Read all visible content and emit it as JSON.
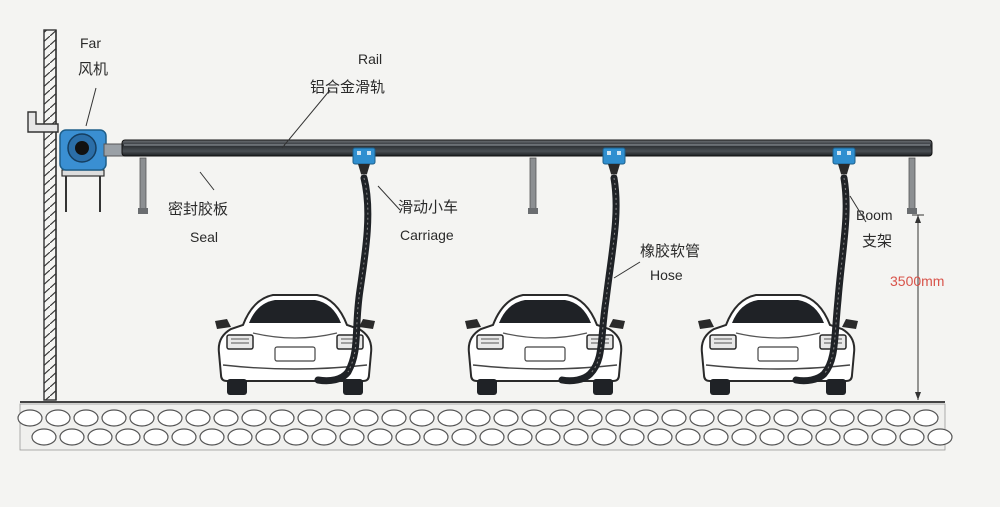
{
  "labels": {
    "fan": {
      "en": "Far",
      "cn": "风机"
    },
    "rail": {
      "en": "Rail",
      "cn": "铝合金滑轨"
    },
    "seal": {
      "en": "Seal",
      "cn": "密封胶板"
    },
    "carriage": {
      "en": "Carriage",
      "cn": "滑动小车"
    },
    "hose": {
      "en": "Hose",
      "cn": "橡胶软管"
    },
    "boom": {
      "en": "Boom",
      "cn": "支架"
    },
    "height": {
      "value": "3500mm"
    }
  },
  "colors": {
    "accent_blue": "#2f8fd0",
    "rail_dark": "#2b2f33",
    "dimension_red": "#d8534a",
    "ground_line": "#444444"
  },
  "icons": {
    "fan": "fan-blower-icon",
    "car": "car-rear-icon"
  }
}
